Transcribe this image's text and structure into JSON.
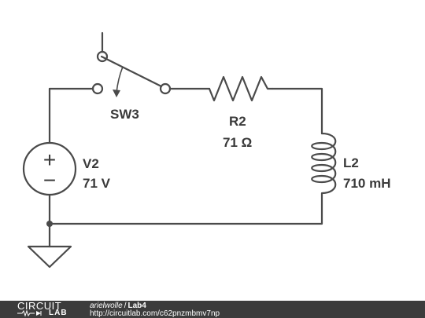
{
  "schematic": {
    "components": {
      "switch": {
        "designator": "SW3"
      },
      "resistor": {
        "designator": "R2",
        "value": "71 Ω"
      },
      "voltage_source": {
        "designator": "V2",
        "value": "71 V",
        "plus_symbol": "+",
        "minus_symbol": "−"
      },
      "inductor": {
        "designator": "L2",
        "value": "710 mH"
      }
    }
  },
  "footer": {
    "logo_top": "CIRCUIT",
    "logo_bottom": "LAB",
    "author": "arielwolle",
    "separator": "/",
    "title": "Lab4",
    "url": "http://circuitlab.com/c62pnzmbmv7np"
  }
}
